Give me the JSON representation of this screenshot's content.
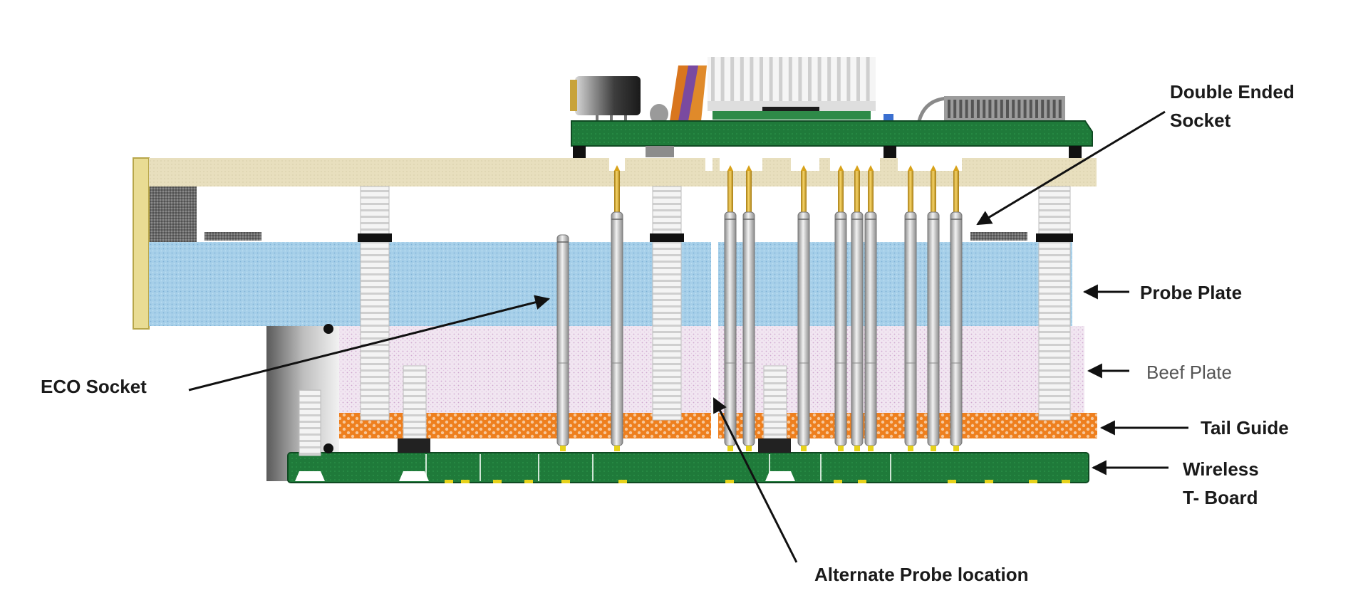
{
  "labels": {
    "double_ended_socket": [
      "Double Ended",
      "Socket"
    ],
    "probe_plate": "Probe Plate",
    "beef_plate": "Beef Plate",
    "tail_guide": "Tail Guide",
    "wireless_t_board": [
      "Wireless",
      "T- Board"
    ],
    "eco_socket": "ECO Socket",
    "alternate_probe_location": "Alternate Probe location"
  },
  "colors": {
    "probe_plate": "#a6cfe9",
    "beef_plate": "#eadcea",
    "tail_guide": "#f08a2a",
    "board_green": "#1f7a3a",
    "top_plate": "#e6ddb8",
    "pin_gold": "#d8a21a",
    "pin_silver": "#c9c9c9",
    "heatsink": "#e4e4e4"
  },
  "icons": [
    "connector-icon",
    "heatsink-icon",
    "ribbon-cable-icon",
    "header-connector-icon"
  ]
}
